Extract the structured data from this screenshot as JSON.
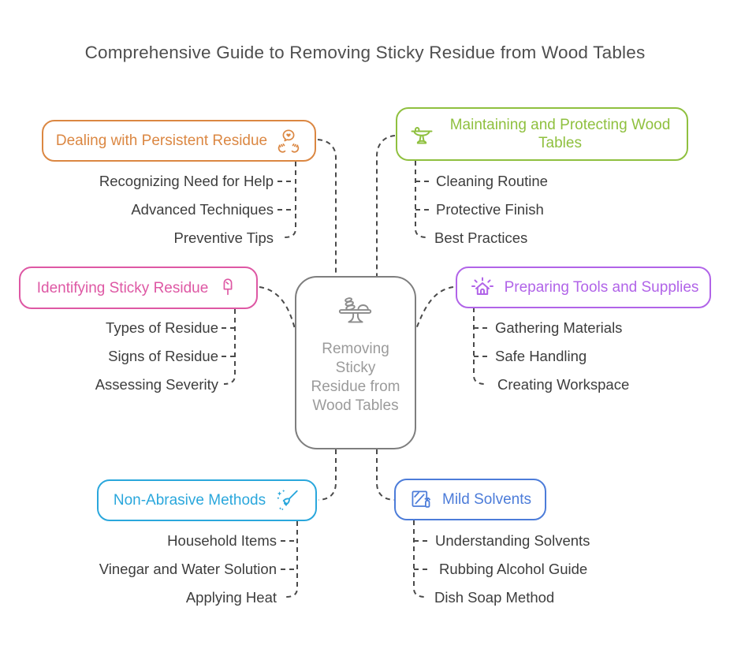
{
  "title": "Comprehensive Guide to Removing Sticky Residue from Wood Tables",
  "center": {
    "label": "Removing Sticky Residue from Wood Tables",
    "icon": "table-stand-icon"
  },
  "colors": {
    "orange": "#db8742",
    "green": "#8fc03f",
    "pink": "#de58a4",
    "purple": "#b164e8",
    "cyan": "#2aa7dc",
    "blue": "#4c7cd9",
    "center_border": "#7e7e7e",
    "center_text": "#9b9b9b",
    "connector": "#4a4a4a",
    "subitem_text": "#3d3d3d",
    "title_text": "#4e4e4e"
  },
  "branches": [
    {
      "label": "Dealing with Persistent Residue",
      "icon": "hands-heart-icon",
      "color": "#db8742",
      "side": "left",
      "children": [
        "Recognizing Need for Help",
        "Advanced Techniques",
        "Preventive Tips"
      ]
    },
    {
      "label": "Maintaining and Protecting Wood Tables",
      "icon": "pedestal-table-icon",
      "color": "#8fc03f",
      "side": "right",
      "children": [
        "Cleaning Routine",
        "Protective Finish",
        "Best Practices"
      ]
    },
    {
      "label": "Identifying Sticky Residue",
      "icon": "popsicle-icon",
      "color": "#de58a4",
      "side": "left",
      "children": [
        "Types of Residue",
        "Signs of Residue",
        "Assessing Severity"
      ]
    },
    {
      "label": "Preparing Tools and Supplies",
      "icon": "house-sparkle-icon",
      "color": "#b164e8",
      "side": "right",
      "children": [
        "Gathering Materials",
        "Safe Handling",
        "Creating Workspace"
      ]
    },
    {
      "label": "Non-Abrasive Methods",
      "icon": "broom-sparkle-icon",
      "color": "#2aa7dc",
      "side": "left",
      "children": [
        "Household Items",
        "Vinegar and Water Solution",
        "Applying Heat"
      ]
    },
    {
      "label": "Mild Solvents",
      "icon": "spray-window-icon",
      "color": "#4c7cd9",
      "side": "right",
      "children": [
        "Understanding Solvents",
        "Rubbing Alcohol Guide",
        "Dish Soap Method"
      ]
    }
  ]
}
